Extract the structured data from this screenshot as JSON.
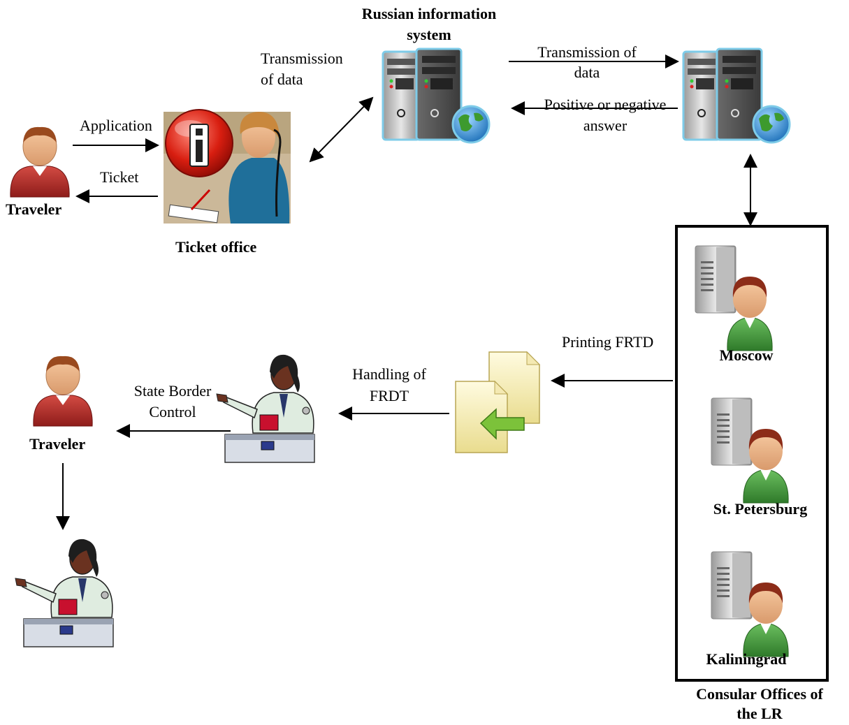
{
  "nodes": {
    "traveler_top": "Traveler",
    "traveler_bottom": "Traveler",
    "ticket_office": "Ticket office",
    "russian_system_line1": "Russian information",
    "russian_system_line2": "system",
    "moscow": "Moscow",
    "st_petersburg": "St. Petersburg",
    "kaliningrad": "Kaliningrad",
    "consular_line1": "Consular Offices of",
    "consular_line2": "the LR"
  },
  "edges": {
    "application": "Application",
    "ticket": "Ticket",
    "transmission_line1": "Transmission",
    "transmission_line2": "of data",
    "transmission_of_line1": "Transmission of",
    "transmission_of_line2": "data",
    "answer_line1": "Positive or negative",
    "answer_line2": "answer",
    "printing": "Printing FRTD",
    "handling_line1": "Handling of",
    "handling_line2": "FRDT",
    "border_line1": "State Border",
    "border_line2": "Control"
  },
  "icons": {
    "traveler": "person-icon",
    "ticket_office": "info-operator-icon",
    "server": "server-globe-icon",
    "consular_user": "server-user-icon",
    "documents": "document-copy-icon",
    "border_officer": "border-officer-icon"
  }
}
